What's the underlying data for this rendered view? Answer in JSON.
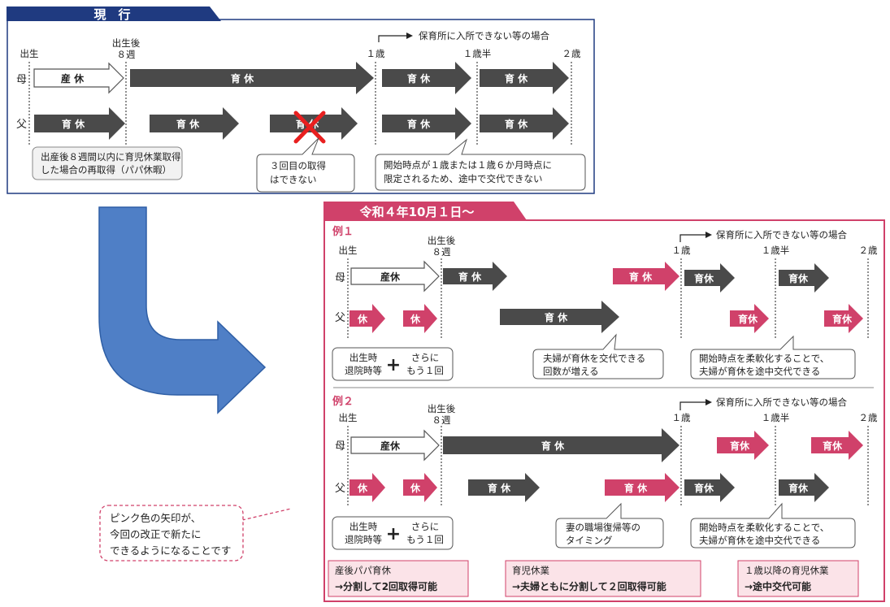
{
  "colors": {
    "navy": "#1f3a80",
    "pink": "#d0416a",
    "dark": "#4a4a4a",
    "blue": "#4f7fc6"
  },
  "current": {
    "header": "現　行",
    "marks": {
      "birth": "出生",
      "after_birth": "出生後",
      "eight_weeks": "８週",
      "one_year": "１歳",
      "one_half_year": "１歳半",
      "two_years": "２歳"
    },
    "nursery_note": "保育所に入所できない等の場合",
    "row_mother": "母",
    "row_father": "父",
    "arrows": {
      "maternity": "産 休",
      "childcare": "育 休"
    },
    "note1": [
      "出産後８週間以内に育児休業取得",
      "した場合の再取得（パパ休暇）"
    ],
    "note2": [
      "３回目の取得",
      "はできない"
    ],
    "note3": [
      "開始時点が１歳または１歳６か月時点に",
      "限定されるため、途中で交代できない"
    ]
  },
  "new": {
    "header": "令和４年10月１日～",
    "marks": {
      "birth": "出生",
      "after_birth": "出生後",
      "eight_weeks": "８週",
      "one_year": "１歳",
      "one_half_year": "１歳半",
      "two_years": "２歳"
    },
    "nursery_note": "保育所に入所できない等の場合",
    "row_mother": "母",
    "row_father": "父",
    "arrows": {
      "maternity": "産休",
      "childcare": "育 休",
      "leave": "休",
      "childcare_short": "育休"
    },
    "example1": {
      "label": "例１",
      "note_birth": [
        "出生時",
        "退院時等"
      ],
      "plus": "+",
      "note_more": [
        "さらに",
        "もう１回"
      ],
      "note_swap": [
        "夫婦が育休を交代できる",
        "回数が増える"
      ],
      "note_flex": [
        "開始時点を柔軟化することで、",
        "夫婦が育休を途中交代できる"
      ]
    },
    "example2": {
      "label": "例２",
      "note_birth": [
        "出生時",
        "退院時等"
      ],
      "plus": "+",
      "note_more": [
        "さらに",
        "もう１回"
      ],
      "note_return": [
        "妻の職場復帰等の",
        "タイミング"
      ],
      "note_flex": [
        "開始時点を柔軟化することで、",
        "夫婦が育休を途中交代できる"
      ]
    },
    "summary": [
      {
        "title": "産後パパ育休",
        "detail": "→分割して2回取得可能"
      },
      {
        "title": "育児休業",
        "detail": "→夫婦ともに分割して２回取得可能"
      },
      {
        "title": "１歳以降の育児休業",
        "detail": "→途中交代可能"
      }
    ]
  },
  "pink_callout": [
    "ピンク色の矢印が、",
    "今回の改正で新たに",
    "できるようになることです"
  ]
}
